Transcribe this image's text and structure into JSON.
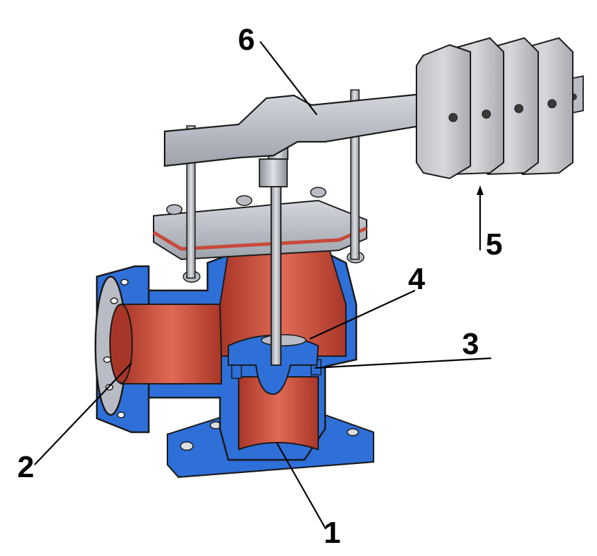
{
  "callouts": [
    {
      "id": "1",
      "text": "1"
    },
    {
      "id": "2",
      "text": "2"
    },
    {
      "id": "3",
      "text": "3"
    },
    {
      "id": "4",
      "text": "4"
    },
    {
      "id": "5",
      "text": "5"
    },
    {
      "id": "6",
      "text": "6"
    }
  ],
  "colors": {
    "body_blue": "#2e6fd8",
    "body_blue_dark": "#1d4fa8",
    "cavity_red": "#c8493a",
    "cavity_red_dark": "#9c3327",
    "steel_gray": "#b9bcc4",
    "steel_gray_dark": "#7d818a",
    "weight_gray": "#c8c9cd",
    "outline": "#1a1a1a"
  }
}
